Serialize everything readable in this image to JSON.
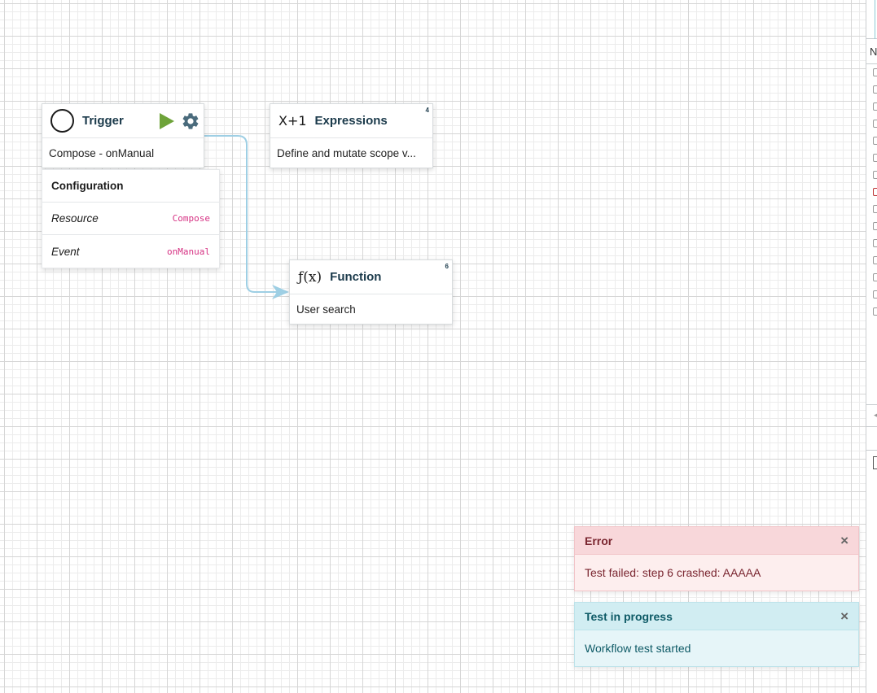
{
  "nodes": {
    "trigger": {
      "title": "Trigger",
      "subtitle": "Compose - onManual",
      "config": {
        "title": "Configuration",
        "rows": [
          {
            "key": "Resource",
            "value": "Compose"
          },
          {
            "key": "Event",
            "value": "onManual"
          }
        ]
      }
    },
    "expressions": {
      "icon_text": "X+1",
      "title": "Expressions",
      "badge": "4",
      "subtitle": "Define and mutate scope v..."
    },
    "function": {
      "icon_text": "ƒ(x)",
      "title": "Function",
      "badge": "6",
      "subtitle": "User search"
    }
  },
  "toasts": {
    "error": {
      "title": "Error",
      "message": "Test failed: step 6 crashed: AAAAA",
      "close": "×"
    },
    "info": {
      "title": "Test in progress",
      "message": "Workflow test started",
      "close": "×"
    }
  },
  "side_panel": {
    "header_letter": "N"
  },
  "colors": {
    "edge": "#9ecfe4",
    "play": "#6ea33a",
    "gear": "#4a6b7c",
    "error_bg": "#f8d7da",
    "info_bg": "#d1edf2"
  }
}
